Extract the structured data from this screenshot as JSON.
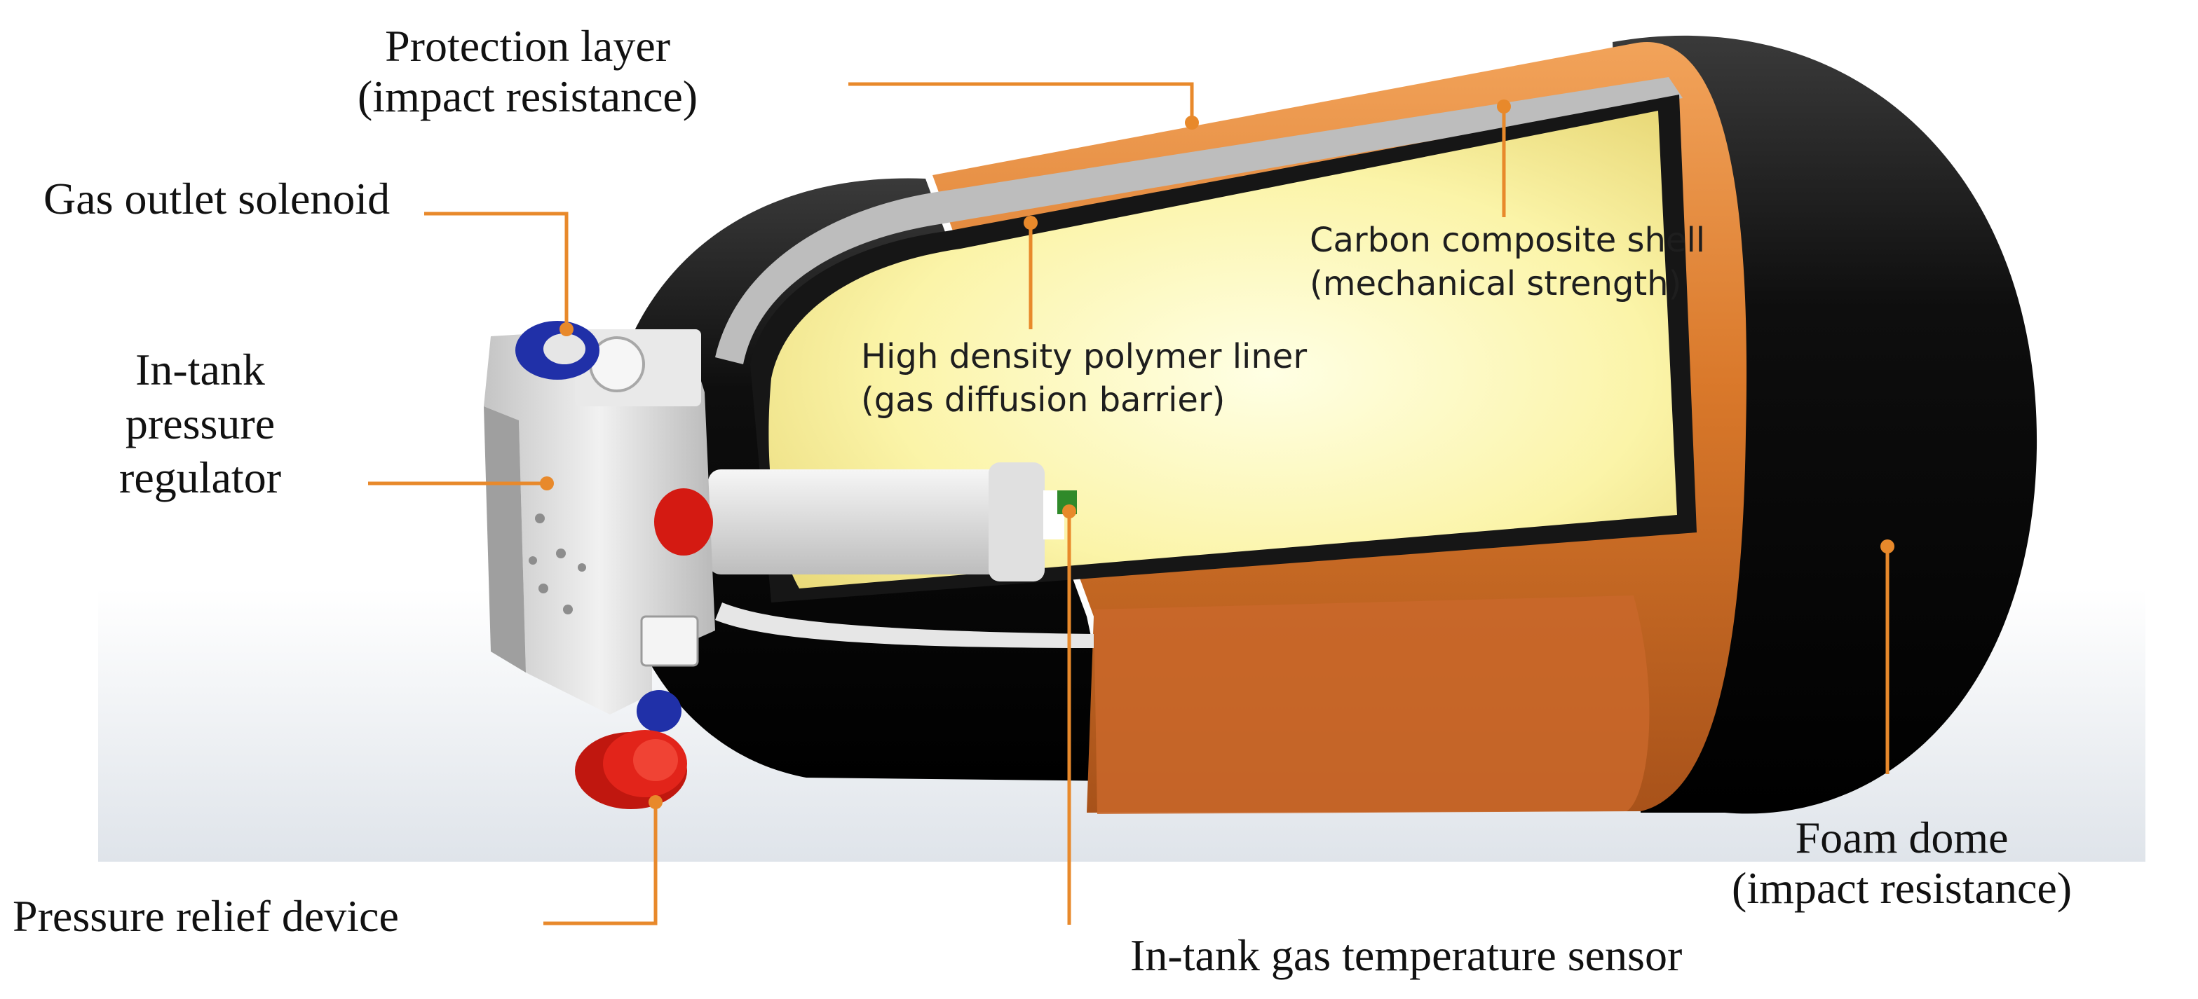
{
  "labels": {
    "protection_layer": {
      "line1": "Protection layer",
      "line2": "(impact resistance)"
    },
    "gas_outlet": "Gas outlet solenoid",
    "regulator": {
      "line1": "In-tank",
      "line2": "pressure",
      "line3": "regulator"
    },
    "carbon_shell": {
      "line1": "Carbon composite shell",
      "line2": "(mechanical strength)"
    },
    "polymer_liner": {
      "line1": "High density polymer liner",
      "line2": "(gas diffusion barrier)"
    },
    "relief_device": "Pressure relief device",
    "temp_sensor": "In-tank gas temperature sensor",
    "foam_dome": {
      "line1": "Foam dome",
      "line2": "(impact resistance)"
    }
  },
  "colors": {
    "leader_line": "#e8892b",
    "orange_wrap": "#d9792a",
    "black_dome": "#141414",
    "liner_interior": "#fff7b0",
    "valve_body": "#dadada",
    "blue_fitting": "#2030a8",
    "red_fitting": "#d41a12"
  }
}
